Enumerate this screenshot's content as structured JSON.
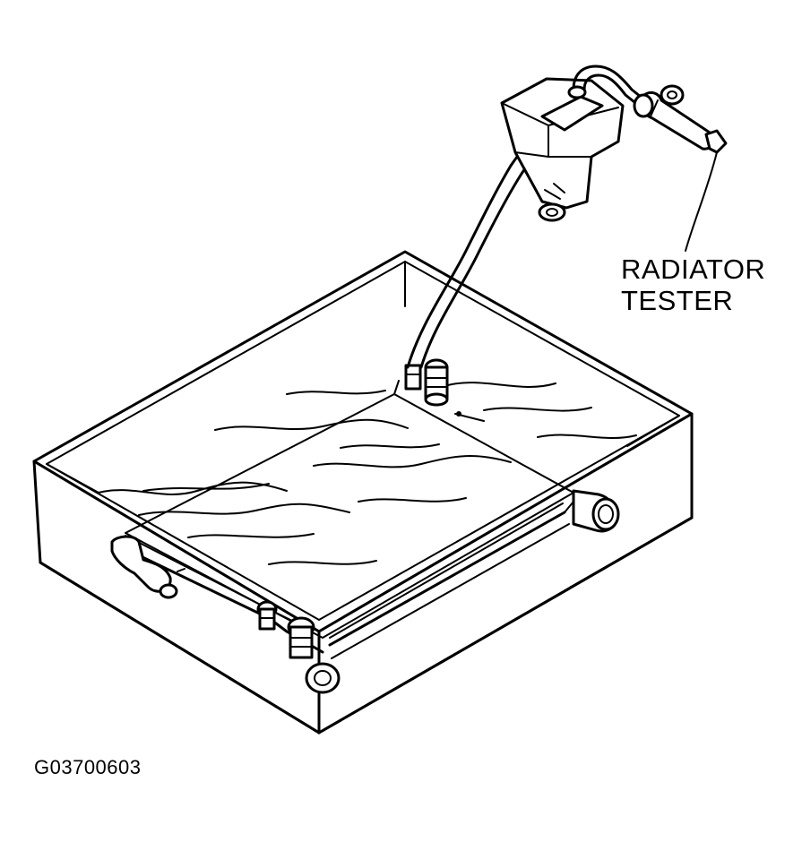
{
  "labels": {
    "callout_line1": "RADIATOR",
    "callout_line2": "TESTER",
    "figure_id": "G03700603"
  },
  "colors": {
    "ink": "#000000",
    "background": "#ffffff"
  }
}
